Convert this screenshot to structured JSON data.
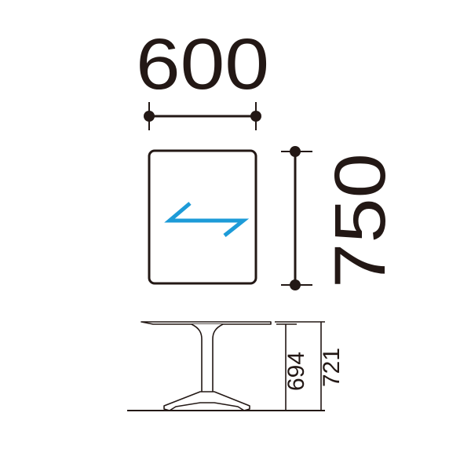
{
  "top_view": {
    "width_label": "600",
    "depth_label": "750",
    "grain_arrow_color": "#1d9bd8"
  },
  "side_view": {
    "top_height_label": "694",
    "overall_height_label": "721"
  },
  "colors": {
    "line": "#231815",
    "accent": "#1d9bd8"
  }
}
